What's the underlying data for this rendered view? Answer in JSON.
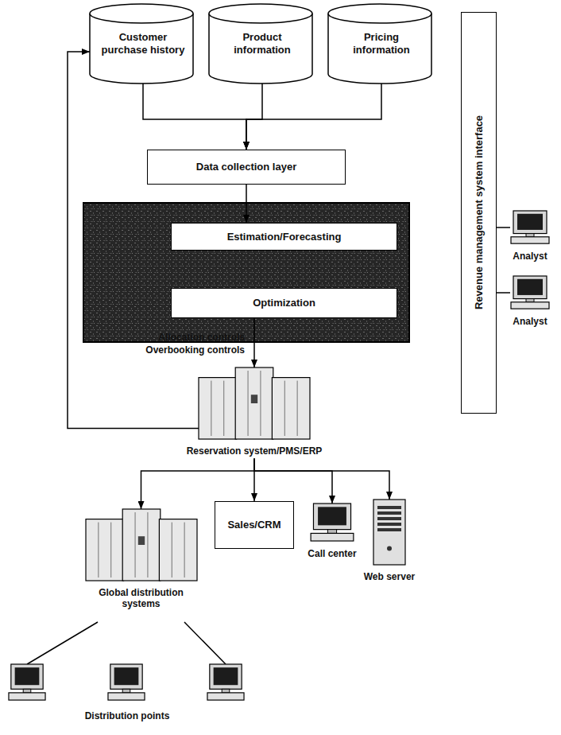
{
  "diagram": {
    "nodes": [
      {
        "text": [
          "Customer purchase history"
        ]
      },
      {
        "text": [
          "Product information"
        ]
      },
      {
        "text": [
          "Pricing information"
        ]
      },
      {
        "text": [
          "Data collection layer"
        ]
      },
      {
        "text": [
          "Estimation/Forecasting"
        ]
      },
      {
        "text": [
          "Optimization"
        ]
      },
      {
        "text": [
          "Revenue management system interface"
        ]
      },
      {
        "text": [
          "Analyst"
        ]
      },
      {
        "text": [
          "Analyst"
        ]
      },
      {
        "text": [
          "Reservation system/PMS/ERP"
        ]
      },
      {
        "text": [
          "Global distribution systems"
        ]
      },
      {
        "text": [
          "Sales/CRM"
        ]
      },
      {
        "text": [
          "Call center"
        ]
      },
      {
        "text": [
          "Web server"
        ]
      },
      {
        "text": [
          "Distribution points"
        ]
      }
    ],
    "edges": [
      {
        "from": 0,
        "to": 3,
        "arrow": "to"
      },
      {
        "from": 1,
        "to": 3,
        "arrow": "to"
      },
      {
        "from": 2,
        "to": 3,
        "arrow": "to"
      },
      {
        "from": 3,
        "to": 4,
        "arrow": "to"
      },
      {
        "from": 5,
        "to": 9,
        "label": "Allocation controls Overbooking controls",
        "arrow": "to"
      },
      {
        "from": 9,
        "to": 0,
        "arrow": "to"
      },
      {
        "from": 6,
        "to": 7,
        "arrow": "none"
      },
      {
        "from": 6,
        "to": 8,
        "arrow": "none"
      },
      {
        "from": 9,
        "to": 10,
        "arrow": "to"
      },
      {
        "from": 9,
        "to": 11,
        "arrow": "to"
      },
      {
        "from": 9,
        "to": 12,
        "arrow": "to"
      },
      {
        "from": 9,
        "to": 13,
        "arrow": "to"
      },
      {
        "from": 10,
        "to": 14,
        "arrow": "none"
      }
    ]
  }
}
